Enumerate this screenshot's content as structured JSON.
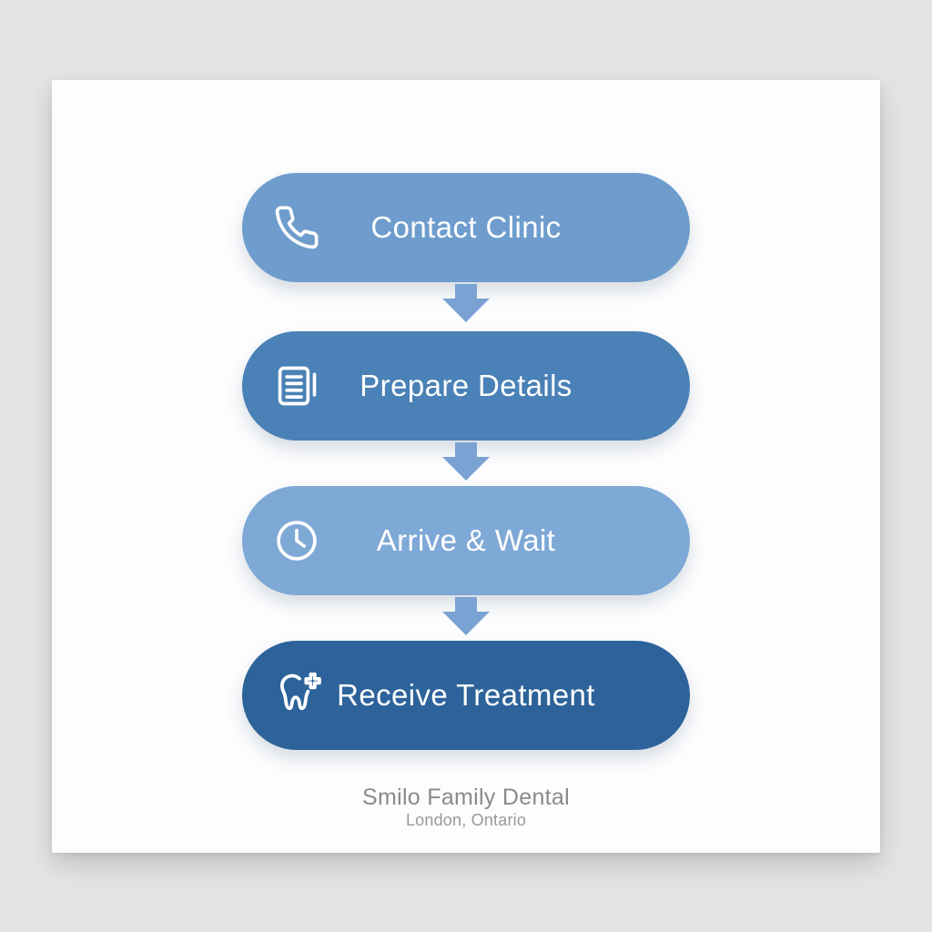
{
  "page": {
    "background_color": "#e3e4e5",
    "card_color": "#fdfdfe"
  },
  "flow": {
    "arrow_color": "#7aa3d3",
    "label_color": "#ffffff",
    "steps": [
      {
        "label": "Contact Clinic",
        "icon": "phone-icon",
        "color": "#6e9dcd"
      },
      {
        "label": "Prepare Details",
        "icon": "document-icon",
        "color": "#4a81b6"
      },
      {
        "label": "Arrive & Wait",
        "icon": "clock-icon",
        "color": "#7ea8d6"
      },
      {
        "label": "Receive Treatment",
        "icon": "tooth-plus-icon",
        "color": "#2d639a"
      }
    ]
  },
  "footer": {
    "title": "Smilo Family Dental",
    "subtitle": "London, Ontario",
    "title_color": "#8a8a8a",
    "subtitle_color": "#999999"
  }
}
